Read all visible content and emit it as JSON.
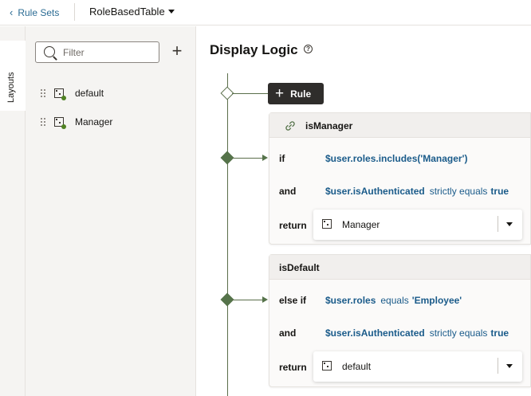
{
  "topbar": {
    "back_label": "Rule Sets",
    "ruleset_name": "RoleBasedTable"
  },
  "side_tab": {
    "label": "Layouts"
  },
  "layouts_panel": {
    "filter_placeholder": "Filter",
    "items": [
      {
        "label": "default"
      },
      {
        "label": "Manager"
      }
    ]
  },
  "main": {
    "title": "Display Logic",
    "rule_button_label": "Rule",
    "rules": [
      {
        "name": "isManager",
        "conditions": [
          {
            "keyword": "if",
            "variable": "$user.roles.includes('Manager')",
            "operator": "",
            "value": ""
          },
          {
            "keyword": "and",
            "variable": "$user.isAuthenticated",
            "operator": "strictly equals",
            "value": "true"
          }
        ],
        "return_label": "return",
        "return_value": "Manager"
      },
      {
        "name": "isDefault",
        "conditions": [
          {
            "keyword": "else if",
            "variable": "$user.roles",
            "operator": "equals",
            "value": "'Employee'"
          },
          {
            "keyword": "and",
            "variable": "$user.isAuthenticated",
            "operator": "strictly equals",
            "value": "true"
          }
        ],
        "return_label": "return",
        "return_value": "default"
      }
    ]
  },
  "colors": {
    "accent_link": "#2b6c94",
    "expression_blue": "#1a5b8a",
    "flow_green": "#55734a",
    "status_dot_green": "#508223",
    "rule_button_bg": "#2f2d2b"
  }
}
